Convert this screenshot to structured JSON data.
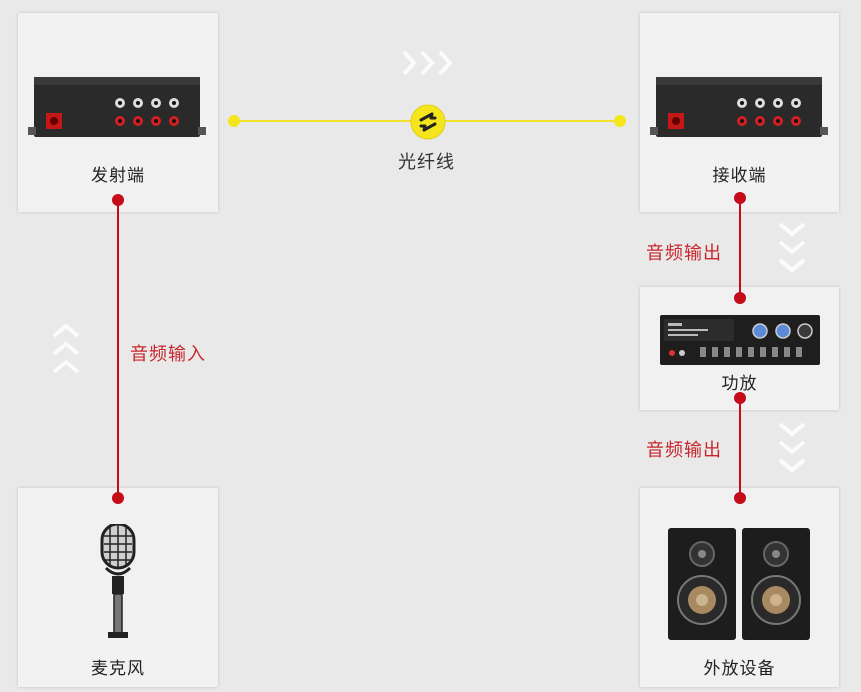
{
  "nodes": {
    "transmitter": {
      "label": "发射端"
    },
    "receiver": {
      "label": "接收端"
    },
    "amplifier": {
      "label": "功放"
    },
    "microphone": {
      "label": "麦克风"
    },
    "speakers": {
      "label": "外放设备"
    }
  },
  "links": {
    "fiber": {
      "label": "光纤线",
      "color": "#f5e51c",
      "icon": "fiber-swap-icon"
    },
    "audio_in": {
      "label": "音频输入",
      "color": "#c40d18"
    },
    "audio_out_1": {
      "label": "音频输出",
      "color": "#c40d18"
    },
    "audio_out_2": {
      "label": "音频输出",
      "color": "#c40d18"
    }
  },
  "colors": {
    "background": "#e9e9e9",
    "card": "#f1f1f1",
    "accent_red": "#c40d18",
    "accent_yellow": "#f5e51c"
  }
}
